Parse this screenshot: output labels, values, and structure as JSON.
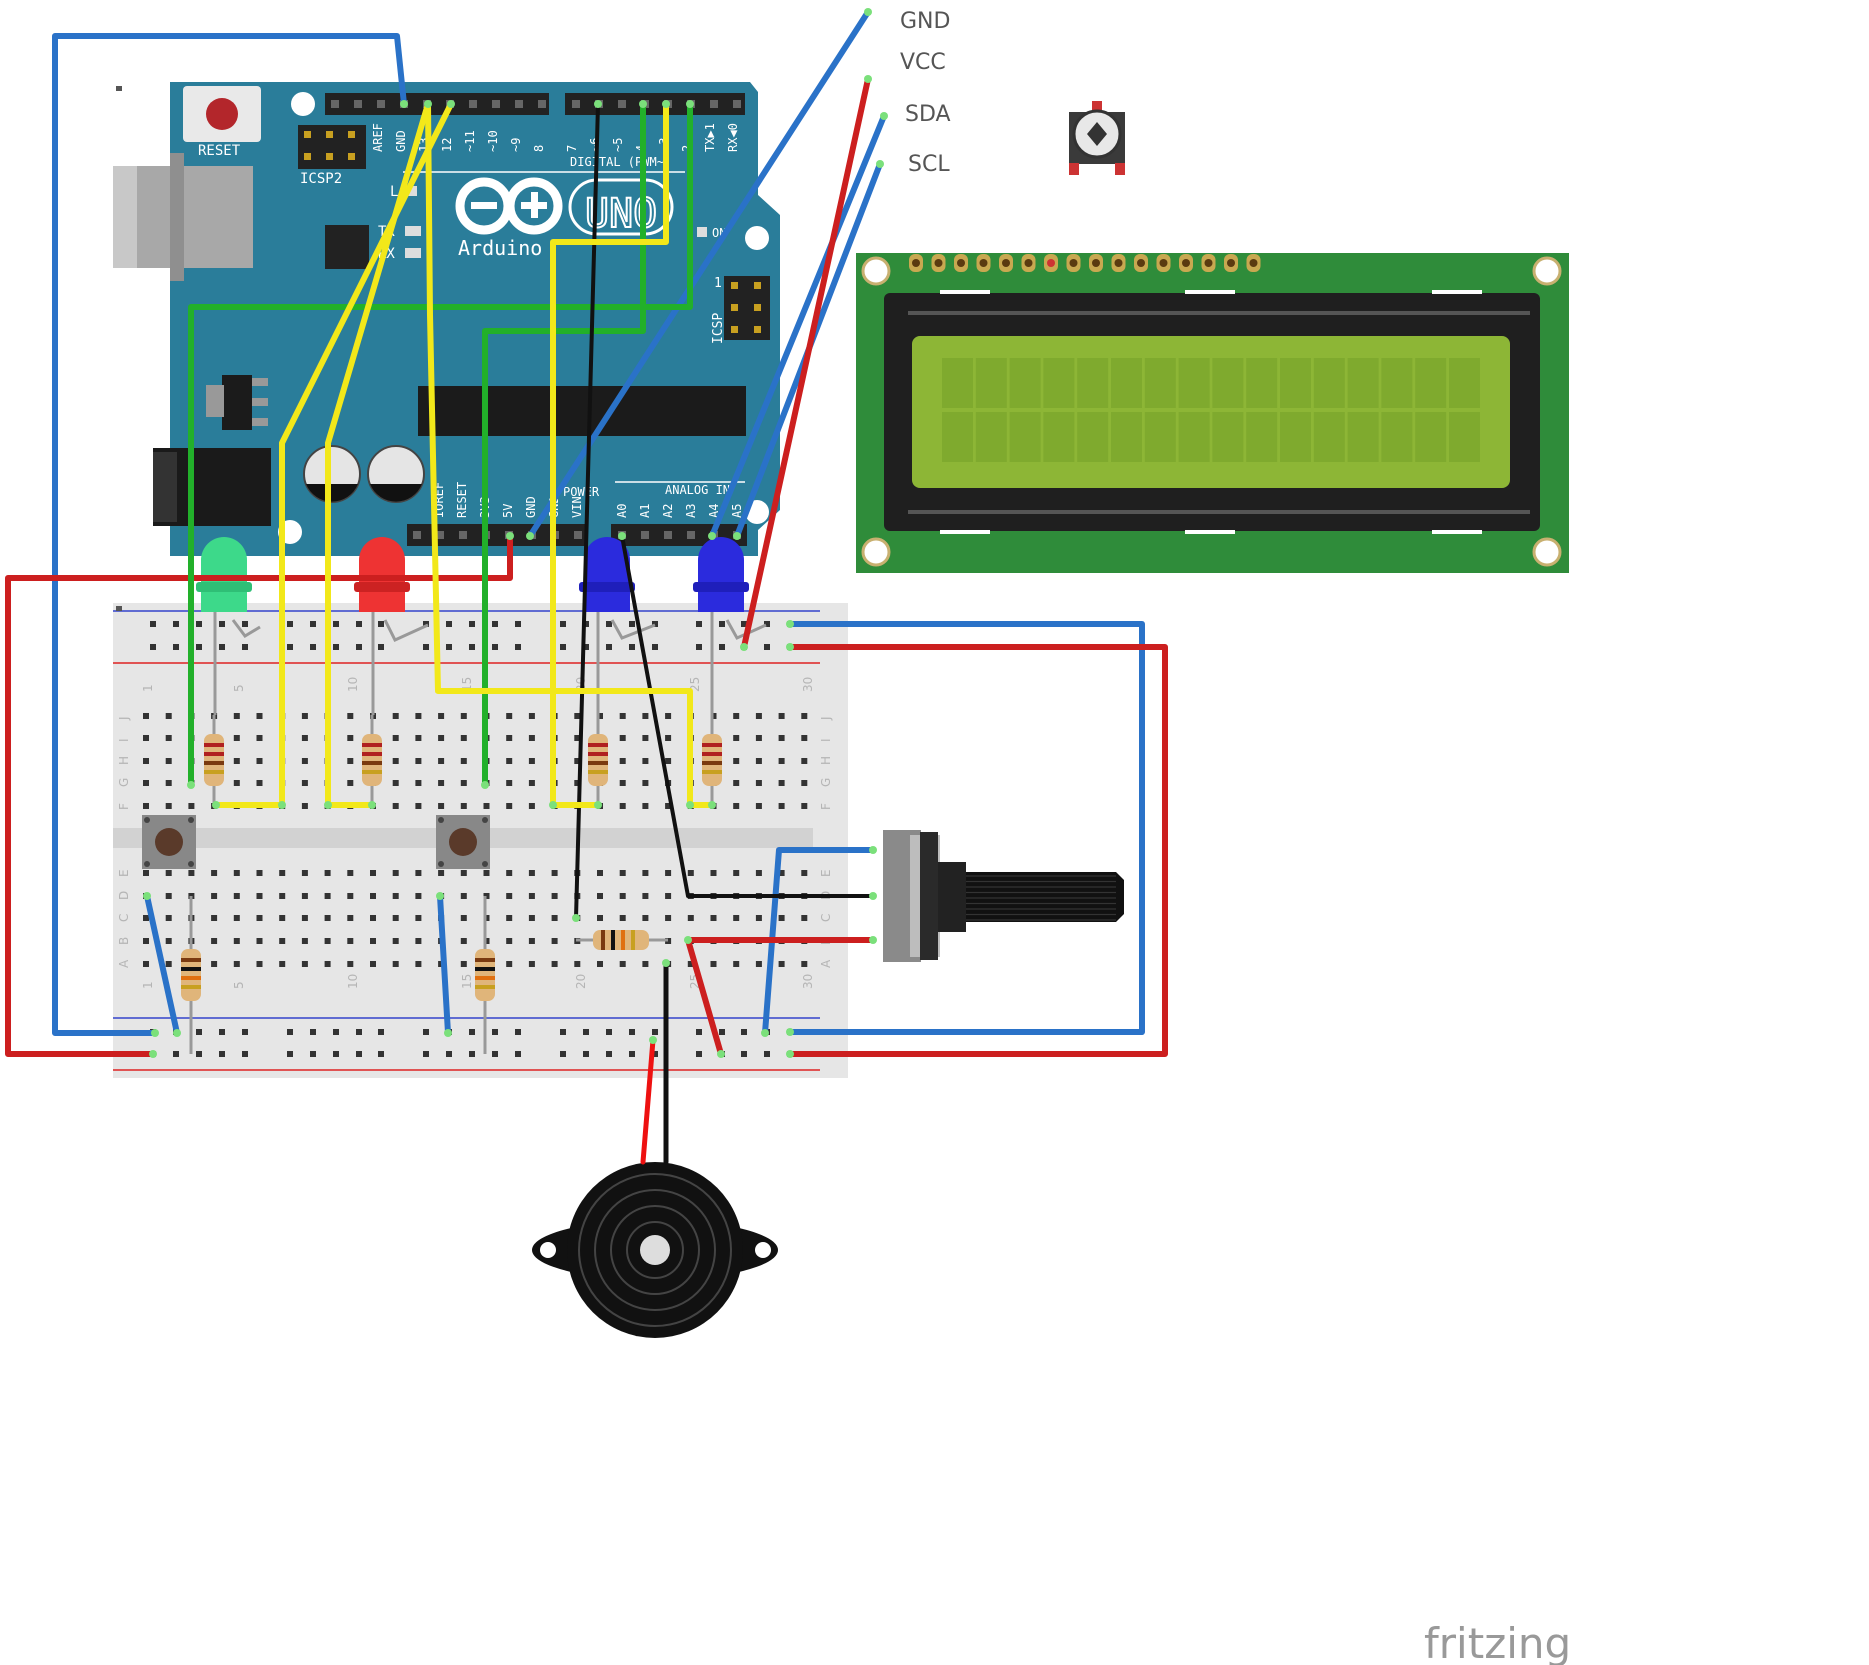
{
  "arduino": {
    "reset_label": "RESET",
    "icsp2_label": "ICSP2",
    "icsp_label": "ICSP",
    "icsp_pin1_label": "1",
    "brand_label": "Arduino",
    "model_label": "UNO",
    "digital_label": "DIGITAL (PWM~)",
    "analog_label": "ANALOG IN",
    "power_label": "POWER",
    "led_l": "L",
    "led_tx": "TX",
    "led_rx": "RX",
    "led_on": "ON",
    "digital_pins": [
      "AREF",
      "GND",
      "13",
      "12",
      "~11",
      "~10",
      "~9",
      "8",
      "7",
      "~6",
      "~5",
      "4",
      "~3",
      "2",
      "TX▶1",
      "RX◀0"
    ],
    "power_pins": [
      "IOREF",
      "RESET",
      "3V3",
      "5V",
      "GND",
      "GND",
      "VIN"
    ],
    "analog_pins": [
      "A0",
      "A1",
      "A2",
      "A3",
      "A4",
      "A5"
    ]
  },
  "lcd_i2c": {
    "pins": [
      "GND",
      "VCC",
      "SDA",
      "SCL"
    ]
  },
  "breadboard": {
    "row_letters_top": [
      "J",
      "I",
      "H",
      "G",
      "F"
    ],
    "row_letters_bottom": [
      "E",
      "D",
      "C",
      "B",
      "A"
    ],
    "column_numbers": [
      "1",
      "5",
      "10",
      "15",
      "20",
      "25",
      "30"
    ]
  },
  "watermark": {
    "text": "fritzing"
  },
  "colors": {
    "arduino_teal": "#2a7d9a",
    "lcd_pcb": "#2f8c3a",
    "lcd_screen": "#8db636",
    "wire_red": "#cc1f1f",
    "wire_blue": "#2a72c8",
    "wire_green": "#22b02a",
    "wire_yellow": "#f2e81a",
    "wire_black": "#111111"
  }
}
